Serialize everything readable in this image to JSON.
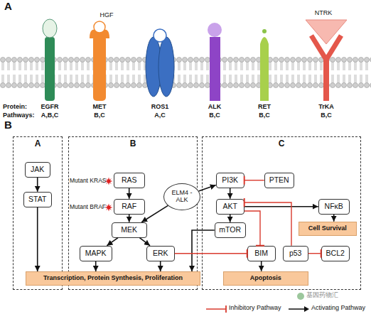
{
  "diagram": {
    "nodes": [
      {
        "text": [
          "A"
        ]
      },
      {
        "text": [
          "JAK"
        ],
        "in": 0
      },
      {
        "text": [
          "STAT"
        ],
        "in": 0
      },
      {
        "text": [
          "B"
        ]
      },
      {
        "text": [
          "RAS"
        ],
        "in": 3
      },
      {
        "text": [
          "RAF"
        ],
        "in": 3
      },
      {
        "text": [
          "MEK"
        ],
        "in": 3
      },
      {
        "text": [
          "MAPK"
        ],
        "in": 3
      },
      {
        "text": [
          "ERK"
        ],
        "in": 3
      },
      {
        "text": [
          "ELM4 - ALK"
        ]
      },
      {
        "text": [
          "C"
        ]
      },
      {
        "text": [
          "PI3K"
        ],
        "in": 10
      },
      {
        "text": [
          "PTEN"
        ],
        "in": 10
      },
      {
        "text": [
          "AKT"
        ],
        "in": 10
      },
      {
        "text": [
          "NFκB"
        ],
        "in": 10
      },
      {
        "text": [
          "mTOR"
        ],
        "in": 10
      },
      {
        "text": [
          "Cell Survival"
        ],
        "in": 10
      },
      {
        "text": [
          "BIM"
        ],
        "in": 10
      },
      {
        "text": [
          "p53"
        ],
        "in": 10
      },
      {
        "text": [
          "BCL2"
        ],
        "in": 10
      },
      {
        "text": [
          "Apoptosis"
        ],
        "in": 10
      },
      {
        "text": [
          "Transcription, Protein Synthesis, Proliferation"
        ]
      }
    ],
    "edges": [
      {
        "from": 1,
        "to": 2,
        "arrow": "to"
      },
      {
        "from": 2,
        "to": 21,
        "arrow": "to"
      },
      {
        "from": 4,
        "to": 5,
        "arrow": "to"
      },
      {
        "from": 5,
        "to": 6,
        "arrow": "to"
      },
      {
        "from": 6,
        "to": 7,
        "arrow": "to"
      },
      {
        "from": 6,
        "to": 8,
        "arrow": "to"
      },
      {
        "from": 7,
        "to": 21,
        "arrow": "to"
      },
      {
        "from": 8,
        "to": 21,
        "arrow": "to"
      },
      {
        "from": 9,
        "to": 6,
        "arrow": "to"
      },
      {
        "from": 9,
        "to": 11,
        "arrow": "to"
      },
      {
        "from": 11,
        "to": 13,
        "arrow": "to"
      },
      {
        "from": 12,
        "to": 11,
        "arrow": "to"
      },
      {
        "from": 13,
        "to": 15,
        "arrow": "to"
      },
      {
        "from": 13,
        "to": 14,
        "arrow": "to"
      },
      {
        "from": 14,
        "to": 16,
        "arrow": "to"
      },
      {
        "from": 15,
        "to": 21,
        "arrow": "to"
      },
      {
        "from": 8,
        "to": 17,
        "arrow": "to"
      },
      {
        "from": 13,
        "to": 17,
        "arrow": "to"
      },
      {
        "from": 17,
        "to": 20,
        "arrow": "to"
      },
      {
        "from": 18,
        "to": 19,
        "arrow": "to"
      },
      {
        "from": 18,
        "to": 13,
        "arrow": "to"
      }
    ],
    "labels": [
      "A",
      "HGF",
      "NTRK",
      "Protein:",
      "EGFR",
      "MET",
      "ROS1",
      "ALK",
      "RET",
      "TrKA",
      "Pathways:",
      "A,B,C",
      "B,C",
      "A,C",
      "B,C",
      "B,C",
      "B,C",
      "B",
      "Mutant KRAS",
      "Mutant BRAF",
      "基因药物汇"
    ],
    "legend": [
      {
        "text": "Inhibitory Pathway"
      },
      {
        "text": "Activating Pathway"
      }
    ]
  }
}
